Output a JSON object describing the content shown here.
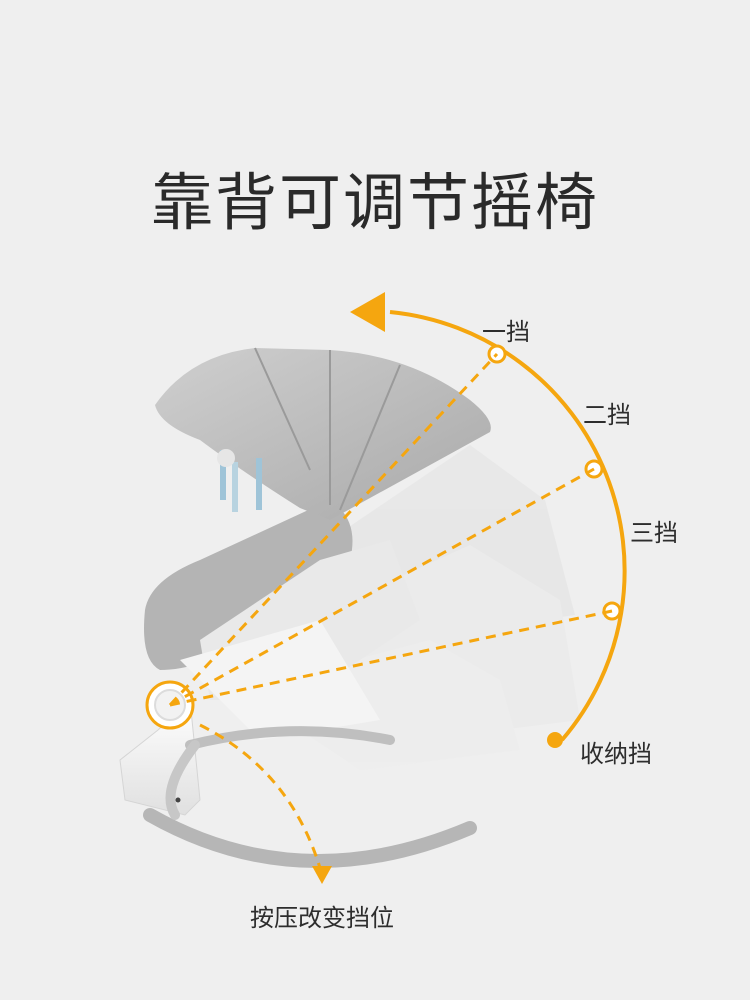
{
  "title": "靠背可调节摇椅",
  "positions": {
    "first": "一挡",
    "second": "二挡",
    "third": "三挡",
    "storage": "收纳挡"
  },
  "press_hint": "按压改变挡位",
  "accent_color": "#f5a60f",
  "product_color": "#bdbdbd"
}
